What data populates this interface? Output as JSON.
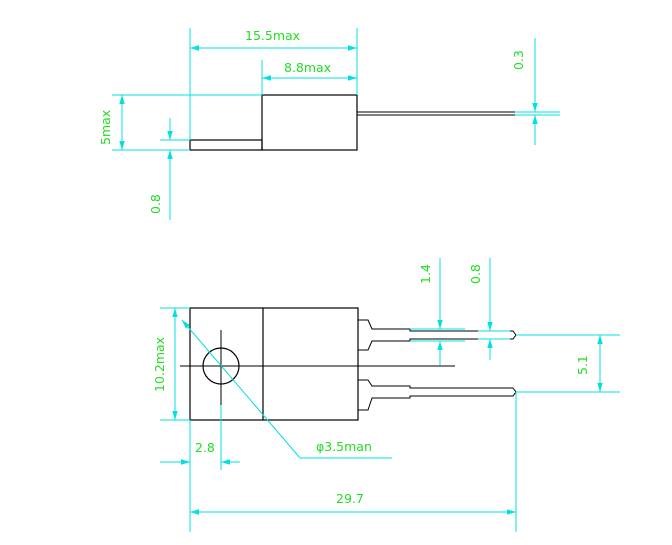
{
  "colors": {
    "outline": "#000000",
    "dimension_line": "#00e0e0",
    "dimension_text": "#22dd22",
    "background": "#ffffff"
  },
  "side_view": {
    "overall_length": "15.5max",
    "body_length": "8.8max",
    "lead_thickness": "0.3",
    "height": "5max",
    "tab_thickness": "0.8"
  },
  "front_view": {
    "lead_width": "1.4",
    "lead_tip_width": "0.8",
    "body_height": "10.2max",
    "hole_offset": "2.8",
    "hole_diameter": "φ3.5man",
    "lead_pitch": "5.1",
    "overall_length": "29.7"
  }
}
